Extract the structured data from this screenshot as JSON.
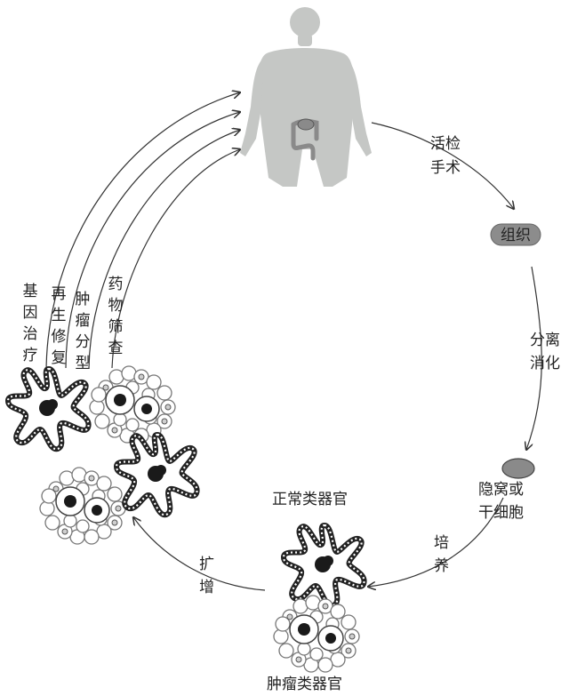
{
  "diagram": {
    "steps": {
      "biopsy": [
        "活检",
        "手术"
      ],
      "tissue": "组织",
      "dissociation": [
        "分离",
        "消化"
      ],
      "stem_cells": [
        "隐窝或",
        "干细胞"
      ],
      "culture": [
        "培",
        "养"
      ],
      "normal_organoid": "正常类器官",
      "tumor_organoid": "肿瘤类器官",
      "expansion": [
        "扩",
        "增"
      ]
    },
    "applications": [
      {
        "chars": [
          "基",
          "因",
          "治",
          "疗"
        ]
      },
      {
        "chars": [
          "再",
          "生",
          "修",
          "复"
        ]
      },
      {
        "chars": [
          "肿",
          "瘤",
          "分",
          "型"
        ]
      },
      {
        "chars": [
          "药",
          "物",
          "筛",
          "查"
        ]
      }
    ],
    "colors": {
      "body": "#c5c7c5",
      "organ": "#8a8a8a",
      "badge": "#8c8c8c",
      "ink": "#222222",
      "nucleus": "#1a1a1a"
    }
  }
}
